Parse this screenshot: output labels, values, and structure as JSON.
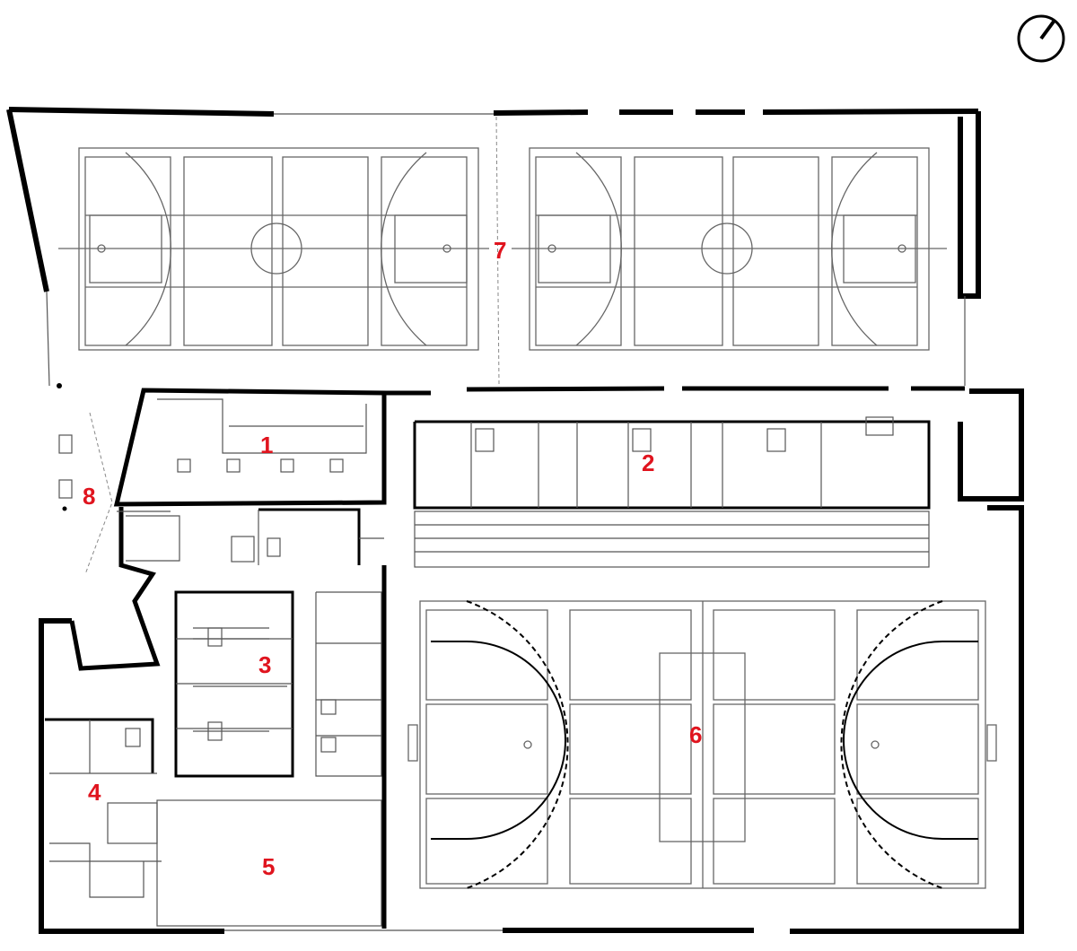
{
  "colors": {
    "label": "#e0141e",
    "wall": "#000000",
    "line": "#555555"
  },
  "compass": {
    "icon": "compass-icon"
  },
  "rooms": [
    {
      "id": "1",
      "label": "1"
    },
    {
      "id": "2",
      "label": "2"
    },
    {
      "id": "3",
      "label": "3"
    },
    {
      "id": "4",
      "label": "4"
    },
    {
      "id": "5",
      "label": "5"
    },
    {
      "id": "6",
      "label": "6"
    },
    {
      "id": "7",
      "label": "7"
    },
    {
      "id": "8",
      "label": "8"
    }
  ]
}
